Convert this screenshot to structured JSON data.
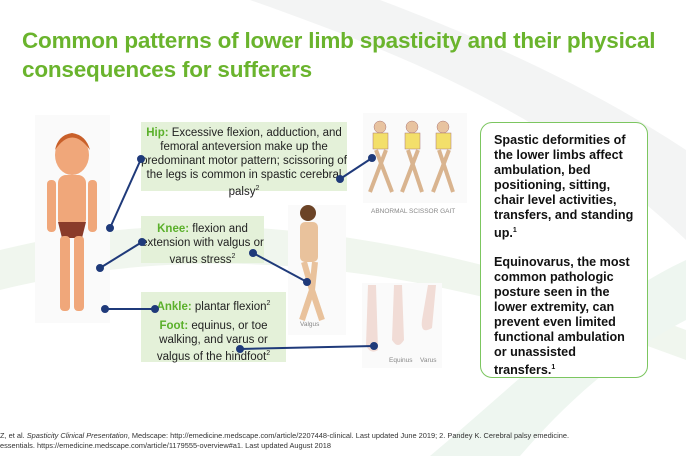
{
  "title": "Common patterns of lower limb spasticity and their physical consequences for sufferers",
  "hip": {
    "label": "Hip:",
    "text": " Excessive flexion, adduction, and femoral anteversion make up the predominant motor pattern; scissoring of the legs is common in spastic cerebral palsy",
    "ref": "2"
  },
  "knee": {
    "label": "Knee:",
    "text": " flexion and extension with valgus or varus stress",
    "ref": "2"
  },
  "ankle": {
    "label": "Ankle:",
    "text": " plantar flexion",
    "ref": "2"
  },
  "foot": {
    "label": "Foot:",
    "text": " equinus, or toe walking, and varus or valgus of the hindfoot",
    "ref": "2"
  },
  "captions": {
    "scissor": "ABNORMAL SCISSOR GAIT",
    "valgus": "Valgus",
    "equinus": "Equinus",
    "varus": "Varus"
  },
  "summary": {
    "p1": "Spastic deformities of the lower limbs affect ambulation, bed positioning, sitting, chair level activities, transfers, and standing up.",
    "p1_ref": "1",
    "p2": "Equinovarus, the most common pathologic posture seen in the lower extremity, can prevent even limited functional ambulation or unassisted transfers.",
    "p2_ref": "1"
  },
  "footnote": {
    "line1_prefix": "Z, et al. ",
    "line1_italic": "Spasticity Clinical Presentation",
    "line1_rest": ", Medscape: http://emedicine.medscape.com/article/2207448-clinical. Last updated June 2019; 2. Pandey K. Cerebral palsy emedicine.",
    "line2": "essentials. https://emedicine.medscape.com/article/1179555-overview#a1. Last updated August 2018"
  },
  "colors": {
    "title": "#6ab42d",
    "box": "#e4f1d9",
    "connector": "#1f3a7a",
    "border": "#7cc660"
  }
}
